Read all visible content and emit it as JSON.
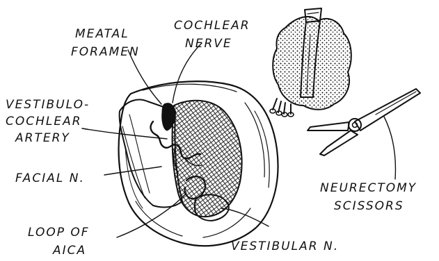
{
  "labels": {
    "meatal": [
      "MEATAL",
      "FORAMEN"
    ],
    "cochlear": [
      "COCHLEAR",
      "NERVE"
    ],
    "vestibulo": [
      "VESTIBULO-",
      "COCHLEAR",
      "ARTERY"
    ],
    "facial": "FACIAL N.",
    "loop": [
      "LOOP OF",
      "AICA"
    ],
    "vestibular": "VESTIBULAR N.",
    "scissors": [
      "NEURECTOMY",
      "SCISSORS"
    ]
  }
}
